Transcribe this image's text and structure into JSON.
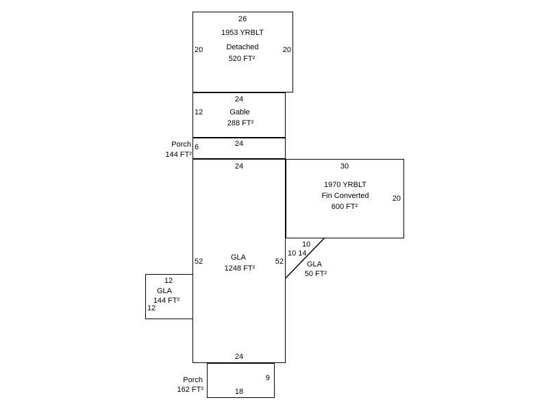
{
  "sketch": {
    "detached_garage": {
      "width_top": "26",
      "height_left": "20",
      "height_right": "20",
      "label_line1": "1953 YRBLT",
      "label_line2": "Detached",
      "label_line3": "520 FT²"
    },
    "gable": {
      "width_top": "24",
      "height_left": "12",
      "label_line1": "Gable",
      "label_line2": "288 FT²"
    },
    "porch_upper": {
      "width_top": "24",
      "height_left": "6",
      "label_line1": "Porch",
      "label_line2": "144 FT²"
    },
    "gla_main": {
      "width_top": "24",
      "height_left": "52",
      "height_right": "52",
      "width_bottom": "24",
      "label_line1": "GLA",
      "label_line2": "1248 FT²"
    },
    "converted": {
      "width_top": "30",
      "height_right": "20",
      "label_line1": "1970 YRBLT",
      "label_line2": "Fin Converted",
      "label_line3": "600 FT²"
    },
    "gla_triangle": {
      "leg_top": "10",
      "leg_side": "10 14",
      "label_line1": "GLA",
      "label_line2": "50 FT²"
    },
    "gla_small": {
      "width_top": "12",
      "height_left": "12",
      "label_line1": "GLA",
      "label_line2": "144 FT²"
    },
    "porch_lower": {
      "height_right": "9",
      "width_bottom": "18",
      "label_line1": "Porch",
      "label_line2": "162 FT²"
    }
  }
}
